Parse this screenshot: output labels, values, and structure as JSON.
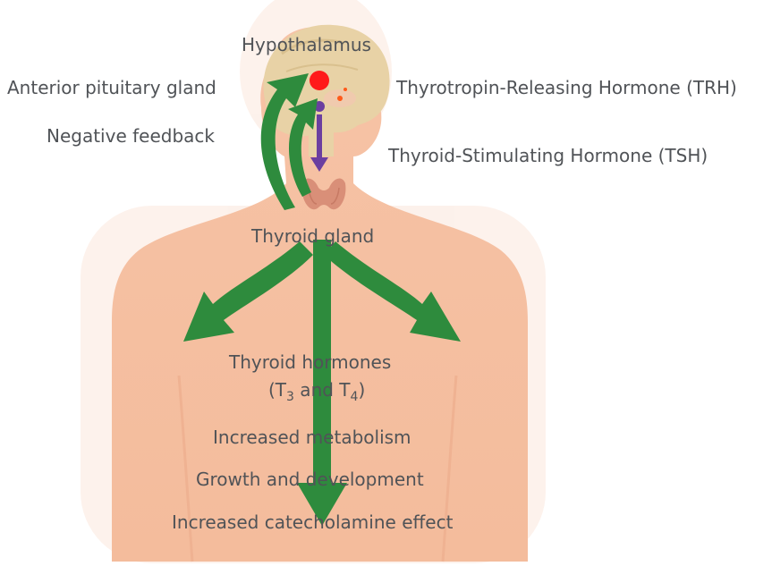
{
  "labels": {
    "hypothalamus": "Hypothalamus",
    "anterior_pituitary": "Anterior pituitary gland",
    "trh": "Thyrotropin-Releasing Hormone (TRH)",
    "negative_feedback": "Negative feedback",
    "tsh": "Thyroid-Stimulating Hormone (TSH)",
    "thyroid_gland": "Thyroid gland",
    "thyroid_hormones": "Thyroid hormones",
    "t3_t4": {
      "open": "(T",
      "sub3": "3",
      "and": " and T",
      "sub4": "4",
      "close": ")"
    },
    "effect_metabolism": "Increased metabolism",
    "effect_growth": "Growth and development",
    "effect_catecholamine": "Increased catecholamine effect"
  },
  "colors": {
    "skin": "#f6c3a6",
    "skin_shadow": "#fbe7dc",
    "skull": "#e8d2a6",
    "arrow_green": "#2e8b3d",
    "hypothalamus_dot": "#ff1a1a",
    "pituitary_purple": "#6b3fa0",
    "thyroid": "#d98f78",
    "label_text": "#505357"
  },
  "icons": {
    "body": "human-body-silhouette-icon",
    "thyroid": "thyroid-gland-icon"
  }
}
